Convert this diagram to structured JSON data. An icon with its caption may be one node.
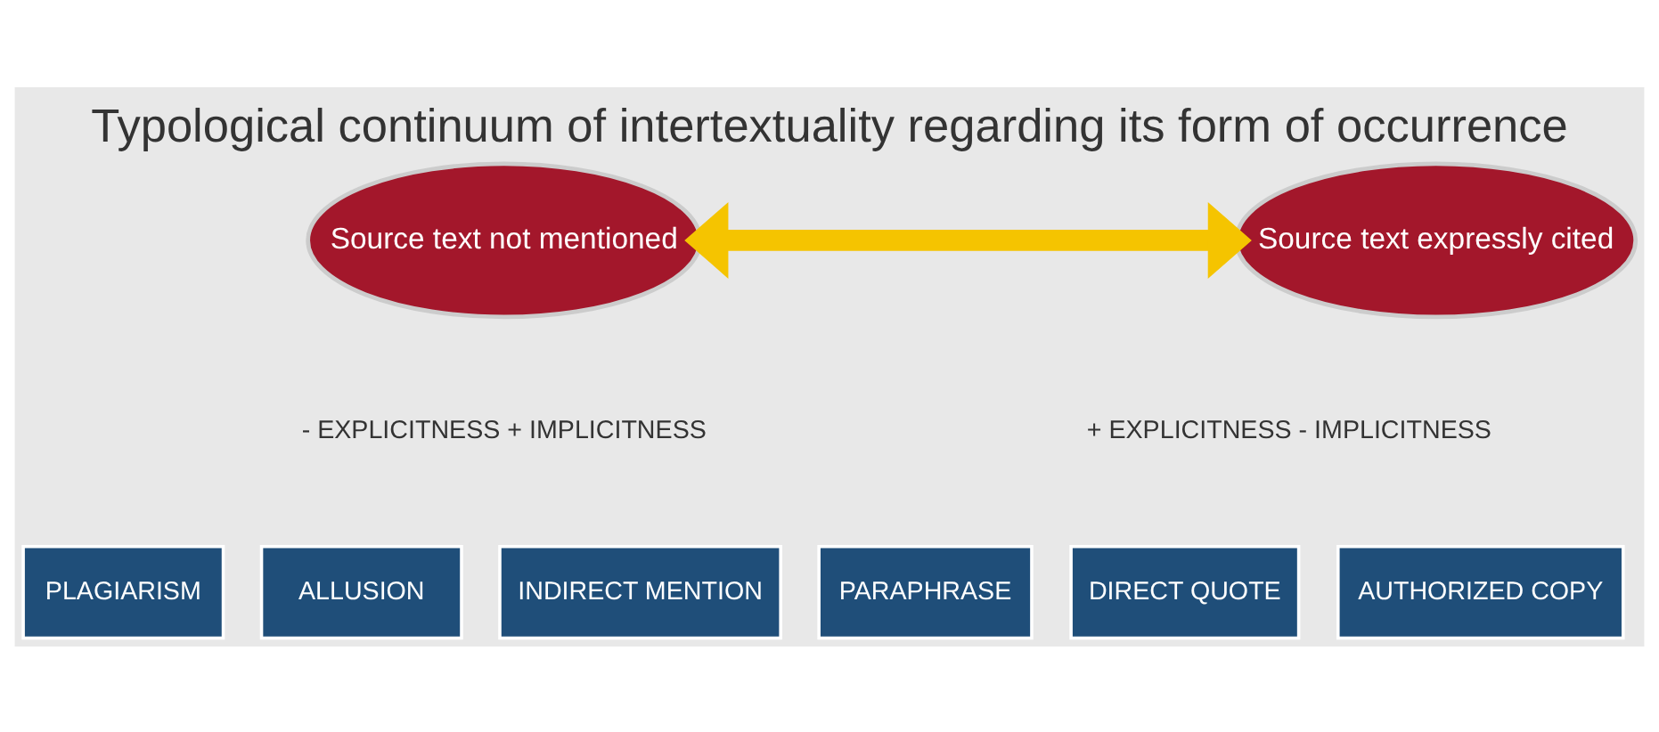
{
  "diagram": {
    "title": "Typological continuum of intertextuality regarding its form of occurrence",
    "nodes": [
      {
        "text": [
          "Source text not mentioned"
        ]
      },
      {
        "text": [
          "Source text expressly cited"
        ]
      },
      {
        "text": [
          "PLAGIARISM"
        ]
      },
      {
        "text": [
          "ALLUSION"
        ]
      },
      {
        "text": [
          "INDIRECT MENTION"
        ]
      },
      {
        "text": [
          "PARAPHRASE"
        ]
      },
      {
        "text": [
          "DIRECT QUOTE"
        ]
      },
      {
        "text": [
          "AUTHORIZED COPY"
        ]
      }
    ],
    "edges": [
      {
        "from": 0,
        "to": 1,
        "arrow": "both"
      }
    ],
    "labels": [
      "- EXPLICITNESS + IMPLICITNESS",
      "+ EXPLICITNESS - IMPLICITNESS"
    ]
  }
}
